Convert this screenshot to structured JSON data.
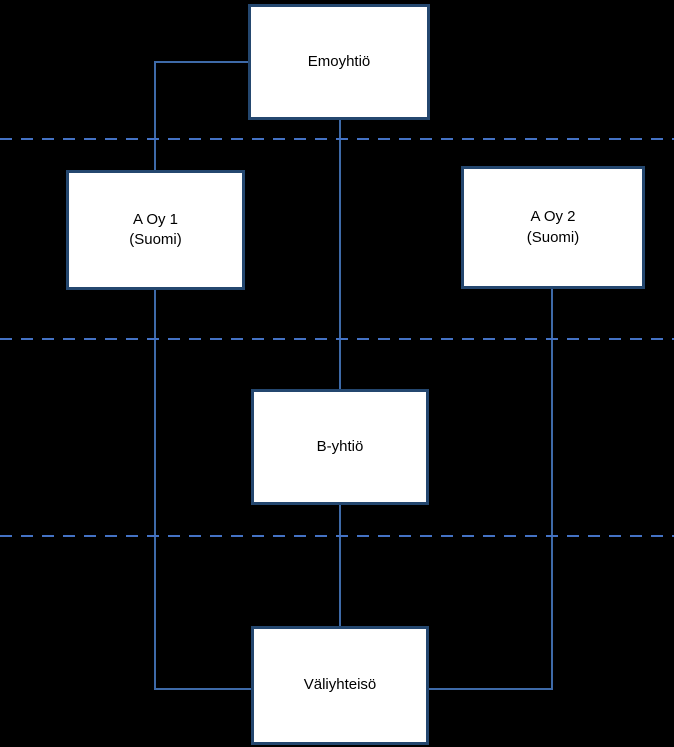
{
  "diagram": {
    "title": "Corporate ownership structure diagram",
    "background_color": "#000000",
    "node_fill_color": "#ffffff",
    "node_border_color": "#24476f",
    "connector_color": "#3e6aa8",
    "dashed_line_color": "#4472c4",
    "nodes": {
      "emoyhtio": {
        "label": "Emoyhtiö"
      },
      "a_oy_1": {
        "label": "A Oy 1",
        "sublabel": "(Suomi)"
      },
      "a_oy_2": {
        "label": "A Oy 2",
        "sublabel": "(Suomi)"
      },
      "b_yhtio": {
        "label": "B-yhtiö"
      },
      "valiyhteiso": {
        "label": "Väliyhteisö"
      }
    },
    "separators": [
      "tier-1-boundary",
      "tier-2-boundary",
      "tier-3-boundary"
    ]
  }
}
